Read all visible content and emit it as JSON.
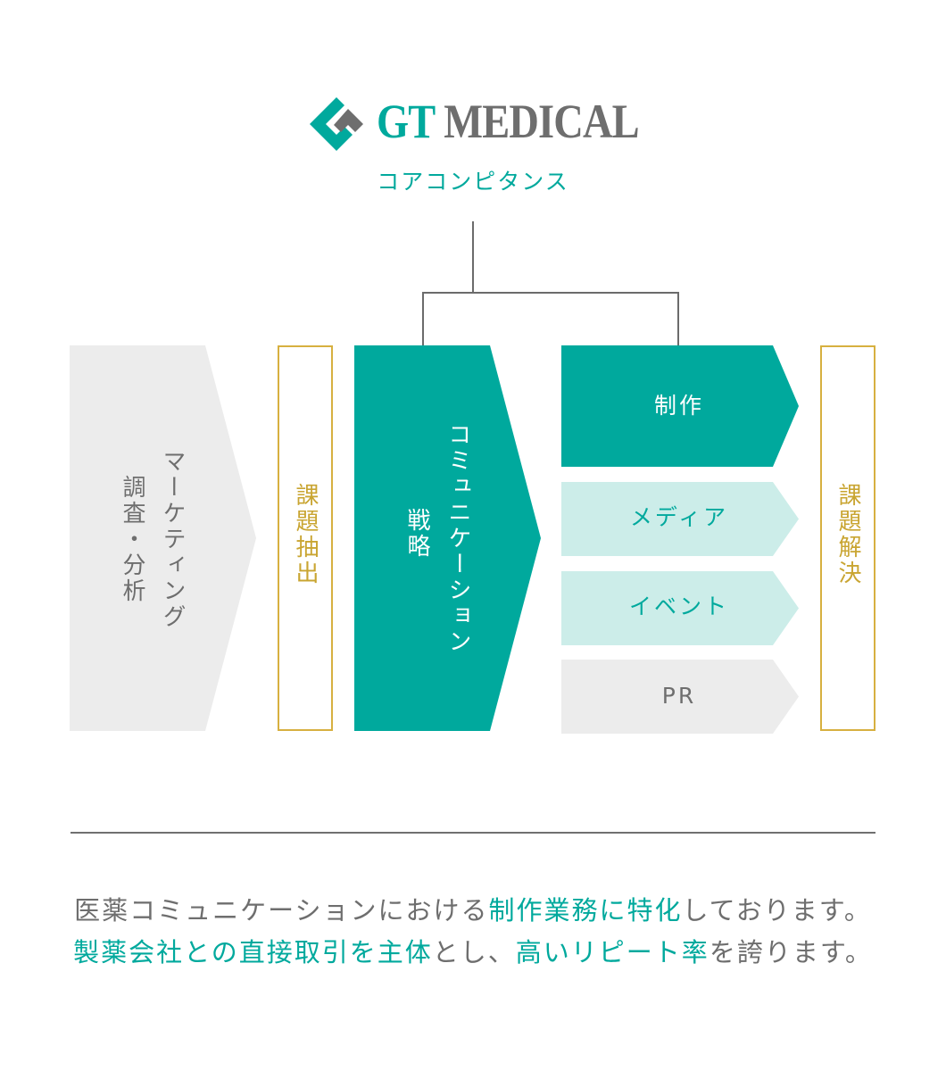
{
  "logo": {
    "icon": "gt-medical-diamond-logo-icon",
    "brand_part1": "GT",
    "brand_part2": " MEDICAL"
  },
  "subtitle": "コアコンピタンス",
  "diagram": {
    "marketing": {
      "line1": "マーケティング",
      "line2": "調査・分析"
    },
    "issue_extraction": "課題抽出",
    "communication": {
      "line1": "コミュニケーション",
      "line2": "戦略"
    },
    "services": [
      {
        "label": "制作",
        "style": "primary"
      },
      {
        "label": "メディア",
        "style": "light"
      },
      {
        "label": "イベント",
        "style": "light"
      },
      {
        "label": "PR",
        "style": "gray"
      }
    ],
    "issue_resolution": "課題解決"
  },
  "description": {
    "line1": [
      {
        "text": "医薬コミュニケーションにおける",
        "highlight": false
      },
      {
        "text": "制作業務に特化",
        "highlight": true
      },
      {
        "text": "しております。",
        "highlight": false
      }
    ],
    "line2": [
      {
        "text": "製薬会社との直接取引を主体",
        "highlight": true
      },
      {
        "text": "とし、",
        "highlight": false
      },
      {
        "text": "高いリピート率",
        "highlight": true
      },
      {
        "text": "を誇ります。",
        "highlight": false
      }
    ]
  },
  "colors": {
    "teal": "#00a99d",
    "light_teal": "#ccede9",
    "gray_fill": "#ececec",
    "gold": "#d7b040",
    "text_gray": "#6e6e6e",
    "line_gray": "#6b6b6b"
  }
}
